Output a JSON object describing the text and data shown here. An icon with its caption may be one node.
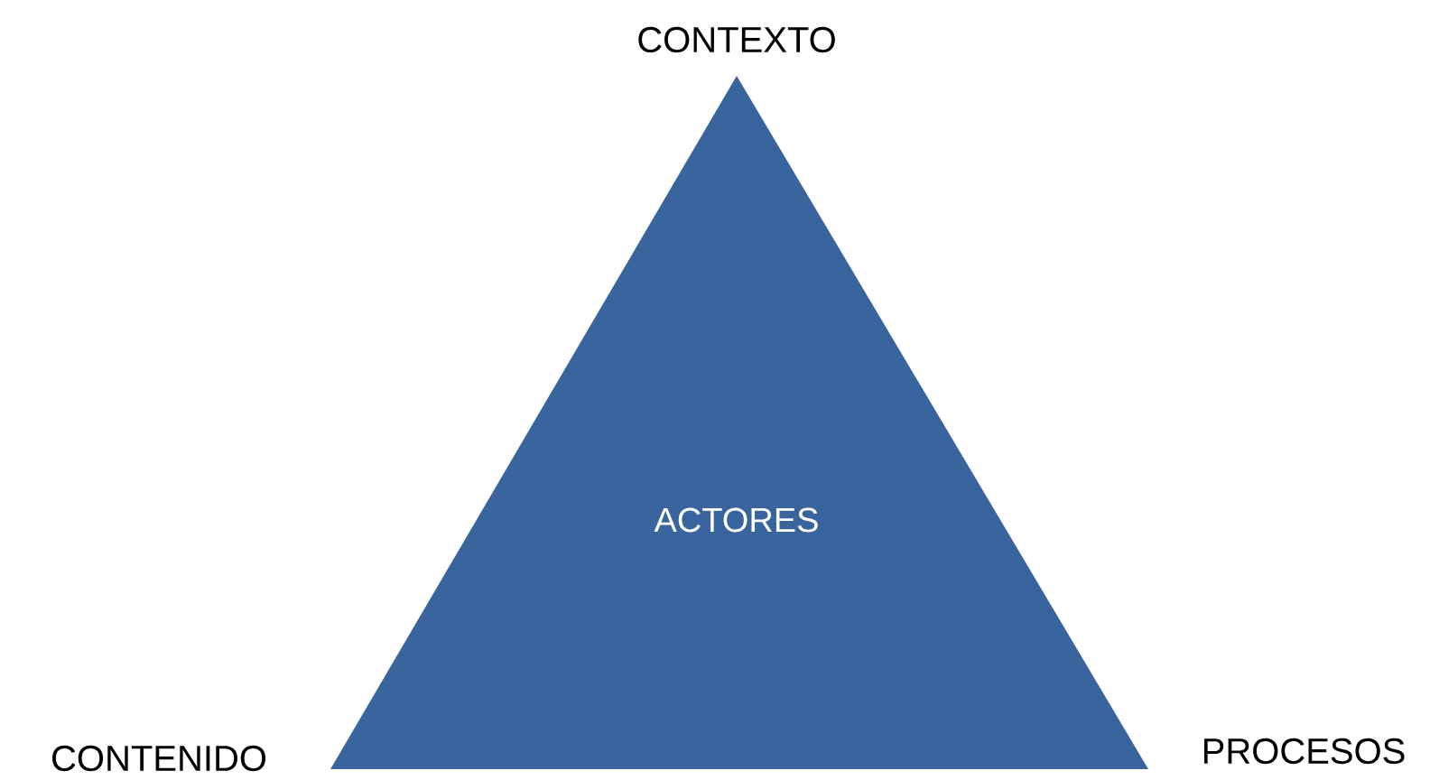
{
  "diagram": {
    "nodes": [
      {
        "text": [
          "ACTORES"
        ]
      }
    ],
    "labels": [
      "CONTEXTO",
      "CONTENIDO",
      "PROCESOS"
    ]
  }
}
